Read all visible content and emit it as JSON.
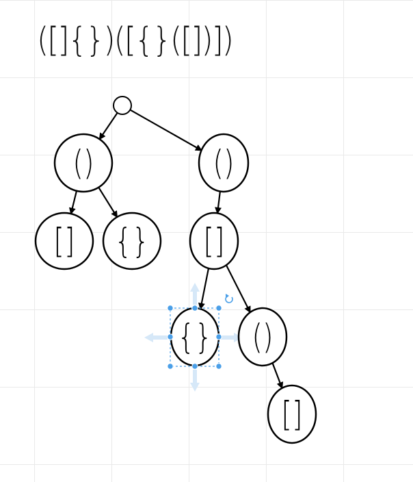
{
  "expression": "([]{})([{}([])])",
  "colors": {
    "selection": "#4a9fe8",
    "grid": "#e9e9e9",
    "stroke": "#000000"
  },
  "tree": {
    "nodes": [
      {
        "id": "root",
        "label": ""
      },
      {
        "id": "n1",
        "label": "()"
      },
      {
        "id": "n2",
        "label": "()"
      },
      {
        "id": "n3",
        "label": "[]"
      },
      {
        "id": "n4",
        "label": "{}"
      },
      {
        "id": "n5",
        "label": "[]"
      },
      {
        "id": "n6",
        "label": "{}"
      },
      {
        "id": "n7",
        "label": "()"
      },
      {
        "id": "n8",
        "label": "[]"
      }
    ],
    "edges": [
      [
        "root",
        "n1"
      ],
      [
        "root",
        "n2"
      ],
      [
        "n1",
        "n3"
      ],
      [
        "n1",
        "n4"
      ],
      [
        "n2",
        "n5"
      ],
      [
        "n5",
        "n6"
      ],
      [
        "n5",
        "n7"
      ],
      [
        "n7",
        "n8"
      ]
    ],
    "selected": "n6"
  },
  "icons": {
    "rotate": "rotate-icon",
    "move_arrows": "move-arrows-icon",
    "resize_handles": "resize-handle-icon"
  }
}
